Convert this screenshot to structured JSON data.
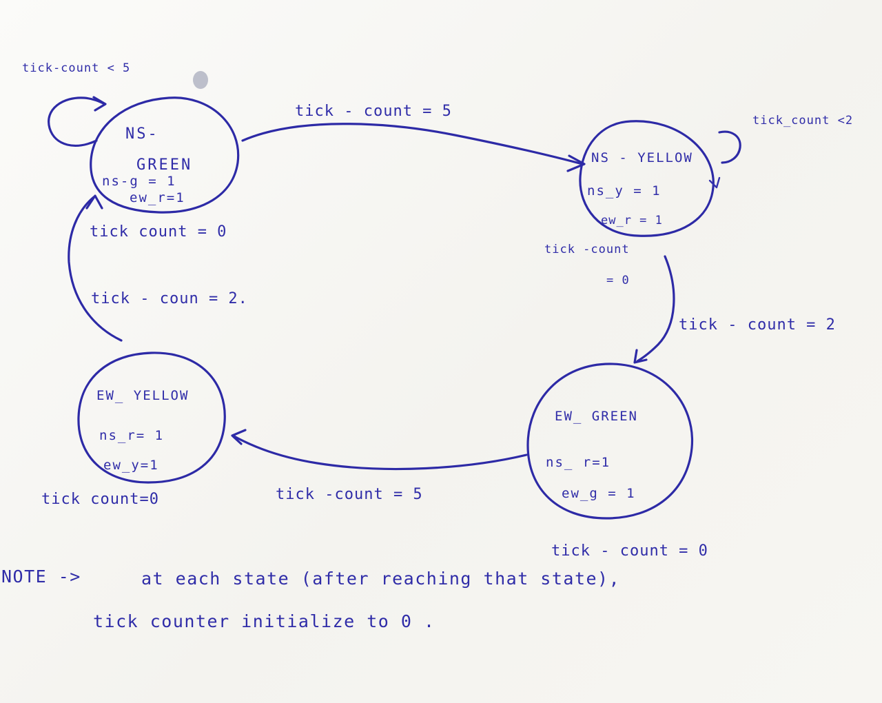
{
  "states": {
    "ns_green": {
      "name_line1": "NS-",
      "name_line2": "GREEN",
      "output1": "ns-g = 1",
      "output2": "ew_r=1"
    },
    "ns_yellow": {
      "name": "NS - YELLOW",
      "output1": "ns_y = 1",
      "output2": "ew_r = 1"
    },
    "ew_green": {
      "name": "EW_ GREEN",
      "output1": "ns_ r=1",
      "output2": "ew_g = 1"
    },
    "ew_yellow": {
      "name": "EW_ YELLOW",
      "output1": "ns_r= 1",
      "output2": "ew_y=1"
    }
  },
  "transitions": {
    "ns_green_self": "tick-count < 5",
    "ns_green_to_ns_yellow": "tick - count = 5",
    "ns_yellow_self": "tick_count <2",
    "ns_yellow_to_ew_green": "tick - count = 2",
    "ew_green_to_ew_yellow": "tick -count = 5",
    "ew_yellow_to_ns_green": "tick - coun = 2."
  },
  "resets": {
    "ns_green": "tick count = 0",
    "ns_yellow_line1": "tick -count",
    "ns_yellow_line2": "= 0",
    "ew_green": "tick - count = 0",
    "ew_yellow": "tick count=0"
  },
  "note": {
    "prefix": "NOTE ->",
    "line1": "at each state (after reaching that state),",
    "line2": "tick   counter   initialize  to 0 ."
  }
}
